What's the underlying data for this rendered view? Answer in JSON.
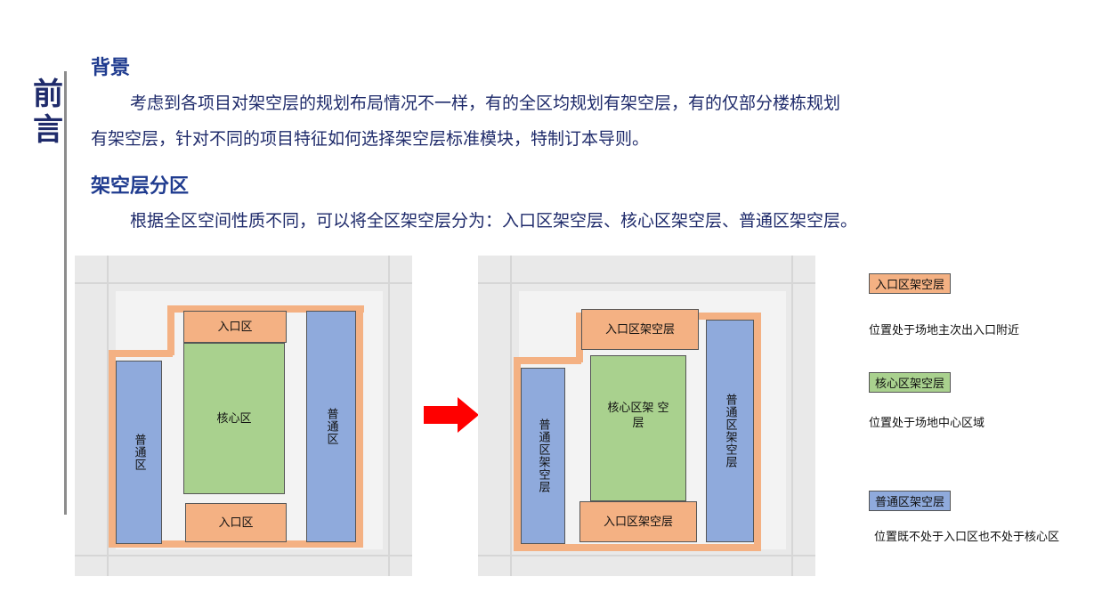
{
  "side_title": "前言",
  "sections": [
    {
      "heading": "背景",
      "lines": [
        "考虑到各项目对架空层的规划布局情况不一样，有的全区均规划有架空层，有的仅部分楼栋规划",
        "有架空层，针对不同的项目特征如何选择架空层标准模块，特制订本导则。"
      ]
    },
    {
      "heading": "架空层分区",
      "lines": [
        "根据全区空间性质不同，可以将全区架空层分为：入口区架空层、核心区架空层、普通区架空层。"
      ]
    }
  ],
  "left_plan": {
    "entrance_top": "入口区",
    "core": "核心区",
    "normal_left": "普通区",
    "normal_right": "普通区",
    "entrance_bottom": "入口区"
  },
  "right_plan": {
    "entrance_top": "入口区架空层",
    "core": "核心区架 空层",
    "normal_left": "普通区架空层",
    "normal_right": "普通区架空层",
    "entrance_bottom": "入口区架空层"
  },
  "legend": [
    {
      "label": "入口区架空层",
      "desc": "位置处于场地主次出入口附近",
      "color": "#f4b183"
    },
    {
      "label": "核心区架空层",
      "desc": "位置处于场地中心区域",
      "color": "#a9d18e"
    },
    {
      "label": "普通区架空层",
      "desc": "位置既不处于入口区也不处于核心区",
      "color": "#8faadc"
    }
  ],
  "colors": {
    "entrance": "#f4b183",
    "core": "#a9d18e",
    "normal": "#8faadc",
    "arrow": "#ff0000"
  }
}
